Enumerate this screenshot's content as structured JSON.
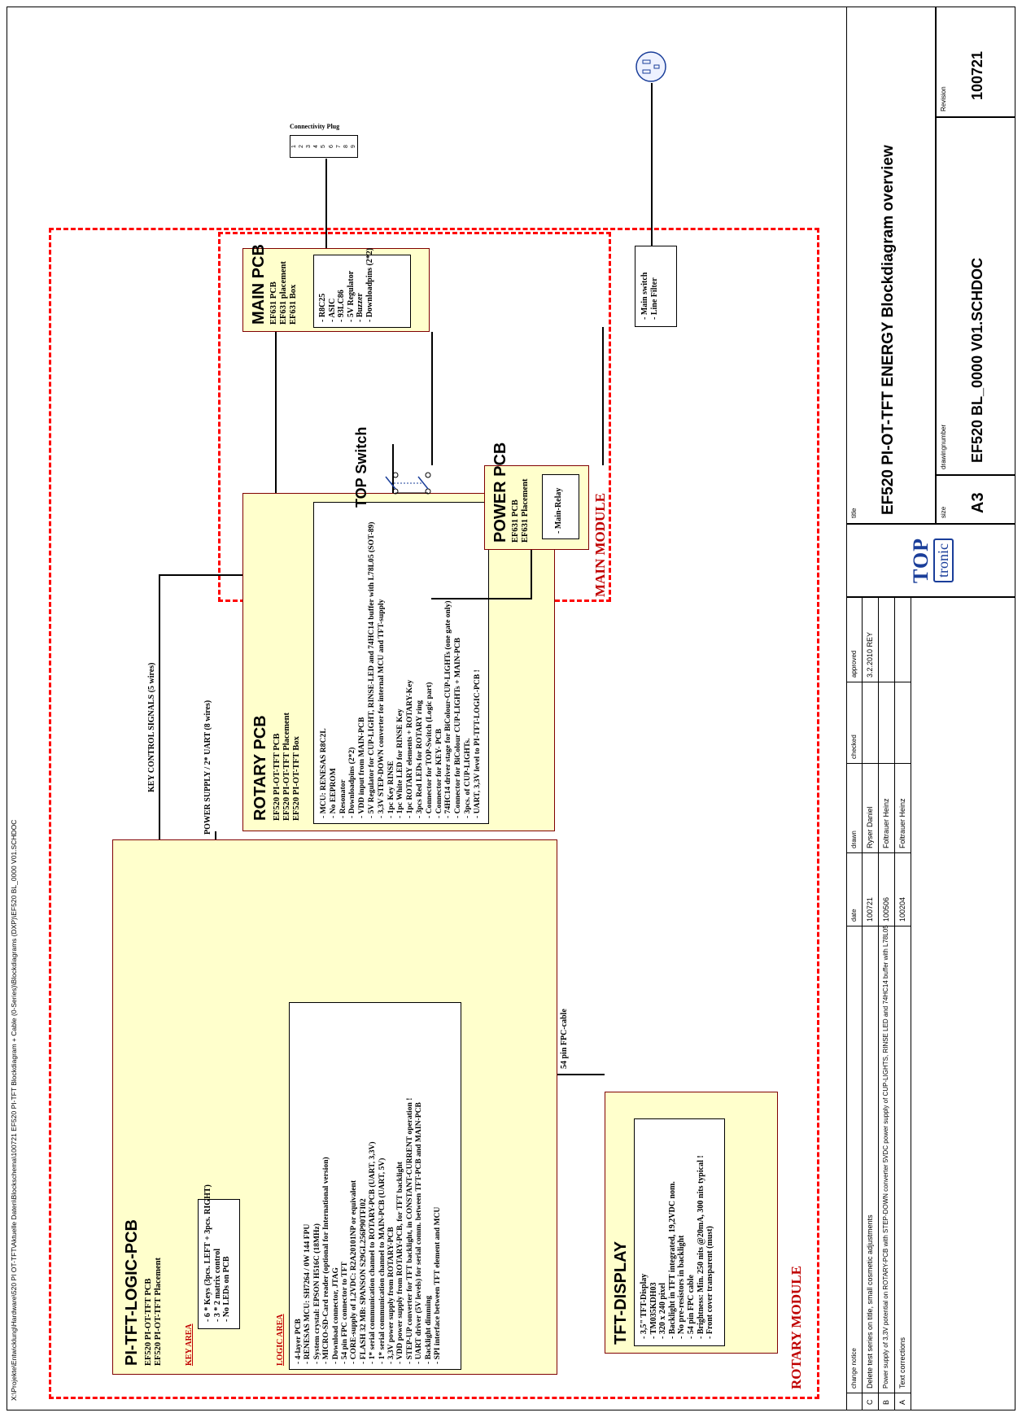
{
  "file_path": "X:\\Projekte\\Entwicklung\\Hardware\\520 PI OT-TFT\\Aktuelle Daten\\Blockschema\\100721 EF520 PI-TFT Blockdiagram + Cable (0-Series)\\Blockdiagrams (DXP)\\EF520 BL_0000 V01.SCHDOC",
  "modules": {
    "main": "MAIN MODULE",
    "rotary": "ROTARY MODULE"
  },
  "connectivity_plug": {
    "label": "Connectivity Plug",
    "pins": [
      "1",
      "2",
      "3",
      "4",
      "5",
      "6",
      "7",
      "8",
      "9"
    ]
  },
  "line_filter": {
    "items": [
      "- Main switch",
      "- Line Filter"
    ]
  },
  "main_pcb": {
    "title": "MAIN PCB",
    "subtitles": [
      "EF631 PCB",
      "EF631 placement",
      "EF631 Box"
    ],
    "items": [
      "- R8C25",
      "- ASIC",
      "- 93LC86",
      "- 5V Regulator",
      "- Buzzer",
      "- Downloadpins (2*2)"
    ]
  },
  "power_pcb": {
    "title": "POWER PCB",
    "subtitles": [
      "EF631 PCB",
      "EF631 Placement"
    ],
    "items": [
      "- Main-Relay"
    ]
  },
  "top_switch": "TOP Switch",
  "rotary_pcb": {
    "title": "ROTARY PCB",
    "subtitles": [
      "EF520 PI-OT-TFT PCB",
      "EF520 PI-OT-TFT Placement",
      "EF520 PI-OT-TFT Box"
    ],
    "items": [
      "- MCU: RENESAS  R8C2L",
      "- No EEPROM",
      "- Resonator",
      "- Downloadpins (2*2)",
      "- VDD input from MAIN-PCB",
      "- 5V Regulator for CUP-LIGHT, RINSE-LED and 74HC14 buffer with L78L05 (SOT-89)",
      "- 3,3V STEP-DOWN converter for internal MCU and TFT-supply",
      "- 1pc  Key RINSE",
      "- 1pc White LED for RINSE Key",
      "- 1pc ROTARY elements + ROTARY-Key",
      "- 3pcs Red LEDs for ROTARY ring",
      "- Connector for TOP-Switch (Logic part)",
      "- Connector for KEY- PCB",
      "- 74HC14 driver stage for BiColour-CUP-LIGHTs (one gate only)",
      "- Connector for BiColour CUP-LIGHTs + MAIN-PCB",
      "- 3pcs. of CUP-LIGHTs.",
      "- UART, 3,3V level to PI-TFT-LOGIC-PCB !"
    ]
  },
  "signals": {
    "key_control": "KEY CONTROL SIGNALS (5 wires)",
    "power_supply": "POWER SUPPLY / 2* UART  (8 wires)",
    "fpc": "54 pin  FPC-cable"
  },
  "logic_pcb": {
    "title": "PI-TFT-LOGIC-PCB",
    "subtitles": [
      "EF520 PI-OT-TFT PCB",
      "EF520 PI-OT-TFT Placement"
    ],
    "key_area_title": "KEY AREA",
    "key_items": [
      "- 6 * Keys  (3pcs. LEFT + 3pcs. RIGHT)",
      "- 3 * 2 matrix control",
      "- No LEDs on PCB"
    ],
    "logic_area_title": "LOGIC AREA",
    "logic_items": [
      "- 4-layer PCB",
      "- RENESAS MCU:  SH7264 / 0W 144 FPU",
      "- System crystal:  EPSON H516C (18MHz)",
      "- MICRO-SD-Card reader (optional for International version)",
      "- Download connector, JTAG",
      "- 54 pin FPC connector to TFT",
      "- CORE-supply of 1,2VDC: R2A20101NP or equivalent",
      "- FLASH 32 MB: SPANSON S29GL256P90TFI02",
      "- 1* serial communication channel to ROTARY-PCB (UART, 3,3V)",
      "- 1* serial communication channel to MAIN-PCB (UART, 5V)",
      "- 3,3V power supply from ROTARY-PCB",
      "- VDD power supply from ROTARY-PCB, for TFT backlight",
      "- STEP-UP converter for TFT backlight, in CONSTANT-CURRENT operation !",
      "- UART driver (5V levels) for serial comm. between TFT-PCB and MAIN-PCB",
      "- Backlight dimming",
      "- SPI interface between TFT element and MCU"
    ]
  },
  "tft_display": {
    "title": "TFT-DISPLAY",
    "items": [
      "- 3,5\" TFT-Display",
      "- TM035KDH03",
      "- 320 x 240 pixel",
      "- Backlight in TFT integrated, 19,2VDC nom.",
      "- No pre-resistors in backlight",
      "- 54 pin FPC cable",
      "- Brightness: Min. 250 nits @20mA, 300 nits typical !",
      "- Front cover transparent (must)"
    ]
  },
  "title_block": {
    "headers": {
      "change_notice": "change notice",
      "date": "date",
      "drawn": "drawn",
      "checked": "checked",
      "approved": "approved",
      "title": "title",
      "size": "size",
      "drawingnumber": "drawingnumber",
      "revision": "Revision"
    },
    "rows": [
      {
        "rev": "A",
        "notice": "Text corrections",
        "date": "100204",
        "drawn": "Foltrauer Heinz",
        "checked": "",
        "approved": ""
      },
      {
        "rev": "B",
        "notice": "Power supply of 3,3V potential on ROTARY-PCB with STEP-DOWN converter    5VDC power supply of CUP-LIGHTS, RINSE LED and 74HC14 buffer with L78L05",
        "date": "100506",
        "drawn": "Foltrauer Heinz",
        "checked": "",
        "approved": ""
      },
      {
        "rev": "C",
        "notice": "Delete test series on title, small cosmetic adjustments",
        "date": "100721",
        "drawn": "Ryser Daniel",
        "checked": "",
        "approved": "3.2.2010 REY"
      }
    ],
    "logo_top": "TOP",
    "logo_bottom": "tronic",
    "title": "EF520 PI-OT-TFT  ENERGY  Blockdiagram overview",
    "size": "A3",
    "drawingnumber": "EF520 BL_0000 V01.SCHDOC",
    "revision": "100721"
  },
  "colors": {
    "box_fill": "#ffffcc",
    "module_dash": "#ff0000",
    "module_label": "#c00000",
    "logo": "#1a3e9a"
  }
}
